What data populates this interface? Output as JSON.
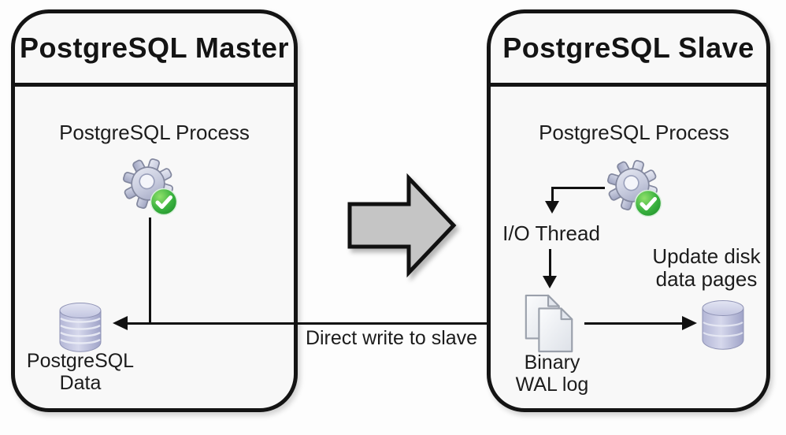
{
  "diagram": {
    "master": {
      "title": "PostgreSQL Master",
      "process_label": "PostgreSQL Process",
      "data_label": {
        "line1": "PostgreSQL",
        "line2": "Data"
      }
    },
    "slave": {
      "title": "PostgreSQL Slave",
      "process_label": "PostgreSQL Process",
      "io_thread_label": "I/O Thread",
      "update_disk_label": {
        "line1": "Update disk",
        "line2": "data pages"
      },
      "wal_label": {
        "line1": "Binary",
        "line2": "WAL log"
      }
    },
    "connections": {
      "direct_write_label": "Direct write to slave"
    },
    "icons": {
      "process": "gear-check-icon",
      "storage": "database-cylinder-icon",
      "wal": "document-pages-icon",
      "replication": "big-right-arrow-icon"
    },
    "colors": {
      "box_border": "#141414",
      "box_fill": "#f8f8f8",
      "big_arrow_fill": "#c5c5c5",
      "cylinder_fill": "#c4c6e1",
      "gear_fill": "#c6cadd",
      "check_green": "#2fae3c",
      "text": "#1c1c1c"
    }
  }
}
